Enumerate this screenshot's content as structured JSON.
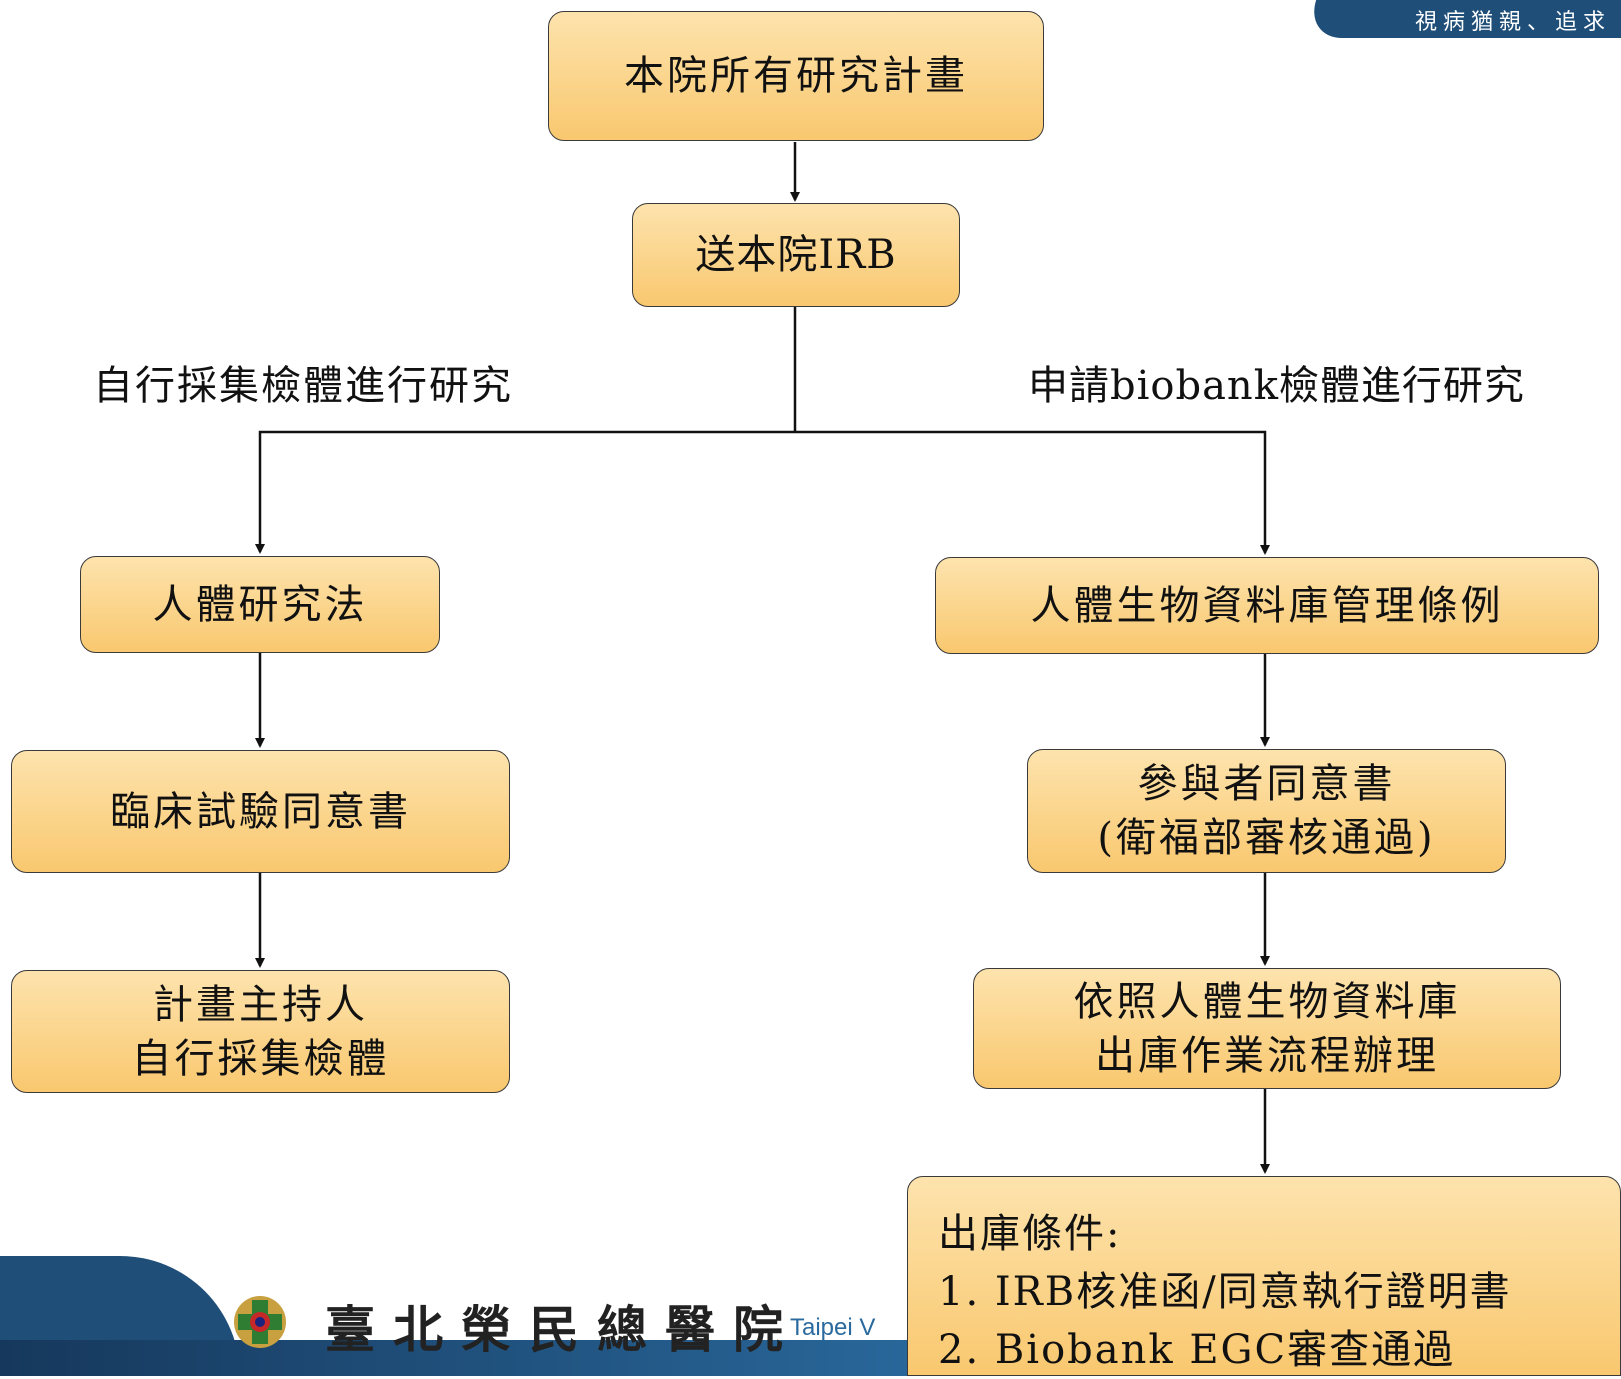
{
  "header_banner": {
    "text": "視病猶親、追求"
  },
  "nodes": {
    "all_projects": "本院所有研究計畫",
    "send_irb": "送本院IRB",
    "human_research_act": "人體研究法",
    "clinical_consent": "臨床試驗同意書",
    "pi_collect": [
      "計畫主持人",
      "自行採集檢體"
    ],
    "biobank_act": "人體生物資料庫管理條例",
    "participant_consent": [
      "參與者同意書",
      "(衛福部審核通過)"
    ],
    "biobank_process": [
      "依照人體生物資料庫",
      "出庫作業流程辦理"
    ],
    "release_conditions": [
      "出庫條件:",
      "1.  IRB核准函/同意執行證明書",
      "2.  Biobank EGC審查通過"
    ]
  },
  "branch_labels": {
    "left": "自行採集檢體進行研究",
    "right": "申請biobank檢體進行研究"
  },
  "footer": {
    "hospital_name": "臺北榮民總醫院",
    "english_name": "Taipei V"
  }
}
